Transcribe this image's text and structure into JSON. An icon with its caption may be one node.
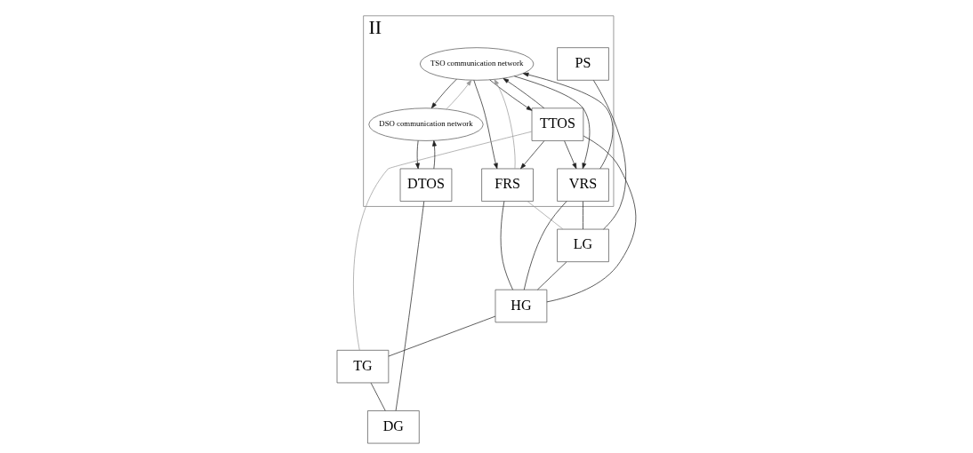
{
  "diagram": {
    "nodes": [
      {
        "text": [
          "II"
        ]
      },
      {
        "text": [
          "TSO communication network"
        ],
        "in": 0
      },
      {
        "text": [
          "DSO communication network"
        ],
        "in": 0
      },
      {
        "text": [
          "PS"
        ],
        "in": 0
      },
      {
        "text": [
          "FRS"
        ],
        "in": 0
      },
      {
        "text": [
          "VRS"
        ],
        "in": 0
      },
      {
        "text": [
          "TTOS"
        ],
        "in": 0
      },
      {
        "text": [
          "DTOS"
        ],
        "in": 0
      },
      {
        "text": [
          "LG"
        ]
      },
      {
        "text": [
          "HG"
        ]
      },
      {
        "text": [
          "TG"
        ]
      },
      {
        "text": [
          "DG"
        ]
      }
    ],
    "edges": [
      {
        "from": 1,
        "to": 4,
        "arrow": "to"
      },
      {
        "from": 4,
        "to": 1,
        "arrow": "to",
        "color": "#999999"
      },
      {
        "from": 1,
        "to": 5,
        "arrow": "to"
      },
      {
        "from": 5,
        "to": 1,
        "arrow": "to"
      },
      {
        "from": 2,
        "to": 1,
        "arrow": "to",
        "color": "#999999"
      },
      {
        "from": 1,
        "to": 2,
        "arrow": "to"
      },
      {
        "from": 1,
        "to": 6,
        "arrow": "to"
      },
      {
        "from": 6,
        "to": 1,
        "arrow": "to"
      },
      {
        "from": 7,
        "to": 2,
        "arrow": "to"
      },
      {
        "from": 2,
        "to": 7,
        "arrow": "to"
      },
      {
        "from": 6,
        "to": 5,
        "arrow": "to"
      },
      {
        "from": 6,
        "to": 4,
        "arrow": "to"
      },
      {
        "from": 4,
        "to": 8,
        "arrow": "none",
        "color": "#999999"
      },
      {
        "from": 4,
        "to": 9,
        "arrow": "none"
      },
      {
        "from": 5,
        "to": 8,
        "arrow": "none"
      },
      {
        "from": 5,
        "to": 9,
        "arrow": "none"
      },
      {
        "from": 6,
        "to": 9,
        "arrow": "none"
      },
      {
        "from": 6,
        "to": 10,
        "arrow": "none",
        "color": "#999999"
      },
      {
        "from": 7,
        "to": 11,
        "arrow": "none"
      },
      {
        "from": 3,
        "to": 8,
        "arrow": "none"
      },
      {
        "from": 8,
        "to": 9,
        "arrow": "none"
      },
      {
        "from": 9,
        "to": 10,
        "arrow": "none"
      },
      {
        "from": 10,
        "to": 11,
        "arrow": "none"
      }
    ]
  }
}
